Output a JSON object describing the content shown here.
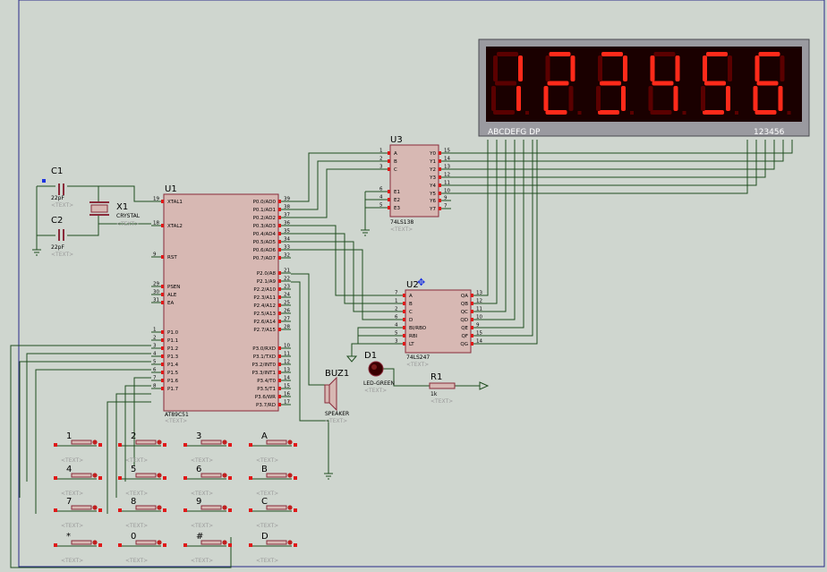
{
  "display": {
    "digits": [
      "1",
      "2",
      "3",
      "4",
      "5",
      "6"
    ],
    "segment_label": "ABCDEFG DP",
    "digit_label": "123456",
    "segment_color": "#ff2a1a",
    "dim_color": "#5a0000"
  },
  "u1": {
    "ref": "U1",
    "part": "AT89C51",
    "left_pins": [
      {
        "num": "19",
        "name": "XTAL1"
      },
      {
        "num": "18",
        "name": "XTAL2"
      },
      {
        "num": "9",
        "name": "RST"
      },
      {
        "num": "29",
        "name": "PSEN"
      },
      {
        "num": "30",
        "name": "ALE"
      },
      {
        "num": "31",
        "name": "EA"
      },
      {
        "num": "1",
        "name": "P1.0"
      },
      {
        "num": "2",
        "name": "P1.1"
      },
      {
        "num": "3",
        "name": "P1.2"
      },
      {
        "num": "4",
        "name": "P1.3"
      },
      {
        "num": "5",
        "name": "P1.4"
      },
      {
        "num": "6",
        "name": "P1.5"
      },
      {
        "num": "7",
        "name": "P1.6"
      },
      {
        "num": "8",
        "name": "P1.7"
      }
    ],
    "right_pins": [
      {
        "num": "39",
        "name": "P0.0/AD0"
      },
      {
        "num": "38",
        "name": "P0.1/AD1"
      },
      {
        "num": "37",
        "name": "P0.2/AD2"
      },
      {
        "num": "36",
        "name": "P0.3/AD3"
      },
      {
        "num": "35",
        "name": "P0.4/AD4"
      },
      {
        "num": "34",
        "name": "P0.5/AD5"
      },
      {
        "num": "33",
        "name": "P0.6/AD6"
      },
      {
        "num": "32",
        "name": "P0.7/AD7"
      },
      {
        "num": "21",
        "name": "P2.0/A8"
      },
      {
        "num": "22",
        "name": "P2.1/A9"
      },
      {
        "num": "23",
        "name": "P2.2/A10"
      },
      {
        "num": "24",
        "name": "P2.3/A11"
      },
      {
        "num": "25",
        "name": "P2.4/A12"
      },
      {
        "num": "26",
        "name": "P2.5/A13"
      },
      {
        "num": "27",
        "name": "P2.6/A14"
      },
      {
        "num": "28",
        "name": "P2.7/A15"
      },
      {
        "num": "10",
        "name": "P3.0/RXD"
      },
      {
        "num": "11",
        "name": "P3.1/TXD"
      },
      {
        "num": "12",
        "name": "P3.2/INT0"
      },
      {
        "num": "13",
        "name": "P3.3/INT1"
      },
      {
        "num": "14",
        "name": "P3.4/T0"
      },
      {
        "num": "15",
        "name": "P3.5/T1"
      },
      {
        "num": "16",
        "name": "P3.6/WR"
      },
      {
        "num": "17",
        "name": "P3.7/RD"
      }
    ]
  },
  "u3": {
    "ref": "U3",
    "part": "74LS138",
    "left_pins": [
      {
        "num": "1",
        "name": "A"
      },
      {
        "num": "2",
        "name": "B"
      },
      {
        "num": "3",
        "name": "C"
      },
      {
        "num": "6",
        "name": "E1"
      },
      {
        "num": "4",
        "name": "E2"
      },
      {
        "num": "5",
        "name": "E3"
      }
    ],
    "right_pins": [
      {
        "num": "15",
        "name": "Y0"
      },
      {
        "num": "14",
        "name": "Y1"
      },
      {
        "num": "13",
        "name": "Y2"
      },
      {
        "num": "12",
        "name": "Y3"
      },
      {
        "num": "11",
        "name": "Y4"
      },
      {
        "num": "10",
        "name": "Y5"
      },
      {
        "num": "9",
        "name": "Y6"
      },
      {
        "num": "7",
        "name": "Y7"
      }
    ]
  },
  "u2": {
    "ref": "U2",
    "part": "74LS247",
    "left_pins": [
      {
        "num": "7",
        "name": "A"
      },
      {
        "num": "1",
        "name": "B"
      },
      {
        "num": "2",
        "name": "C"
      },
      {
        "num": "6",
        "name": "D"
      },
      {
        "num": "4",
        "name": "BI/RBO"
      },
      {
        "num": "5",
        "name": "RBI"
      },
      {
        "num": "3",
        "name": "LT"
      }
    ],
    "right_pins": [
      {
        "num": "13",
        "name": "QA"
      },
      {
        "num": "12",
        "name": "QB"
      },
      {
        "num": "11",
        "name": "QC"
      },
      {
        "num": "10",
        "name": "QD"
      },
      {
        "num": "9",
        "name": "QE"
      },
      {
        "num": "15",
        "name": "QF"
      },
      {
        "num": "14",
        "name": "QG"
      }
    ]
  },
  "c1": {
    "ref": "C1",
    "value": "22pF",
    "text": "<TEXT>"
  },
  "c2": {
    "ref": "C2",
    "value": "22pF",
    "text": "<TEXT>"
  },
  "x1": {
    "ref": "X1",
    "value": "CRYSTAL",
    "text": "<TEXT>"
  },
  "buz1": {
    "ref": "BUZ1",
    "value": "SPEAKER",
    "text": "<TEXT>"
  },
  "d1": {
    "ref": "D1",
    "value": "LED-GREEN",
    "text": "<TEXT>"
  },
  "r1": {
    "ref": "R1",
    "value": "1k",
    "text": "<TEXT>"
  },
  "u1_text": "<TEXT>",
  "u2_text": "<TEXT>",
  "u3_text": "<TEXT>",
  "keys": [
    [
      "1",
      "2",
      "3",
      "A"
    ],
    [
      "4",
      "5",
      "6",
      "B"
    ],
    [
      "7",
      "8",
      "9",
      "C"
    ],
    [
      "*",
      "0",
      "#",
      "D"
    ]
  ],
  "key_text": "<TEXT>",
  "colors": {
    "wire": "#1f4d1f",
    "body": "#d7b8b3",
    "border": "#8a2a3a",
    "pin_red": "#e01818",
    "pin_blue": "#1e34e0"
  }
}
